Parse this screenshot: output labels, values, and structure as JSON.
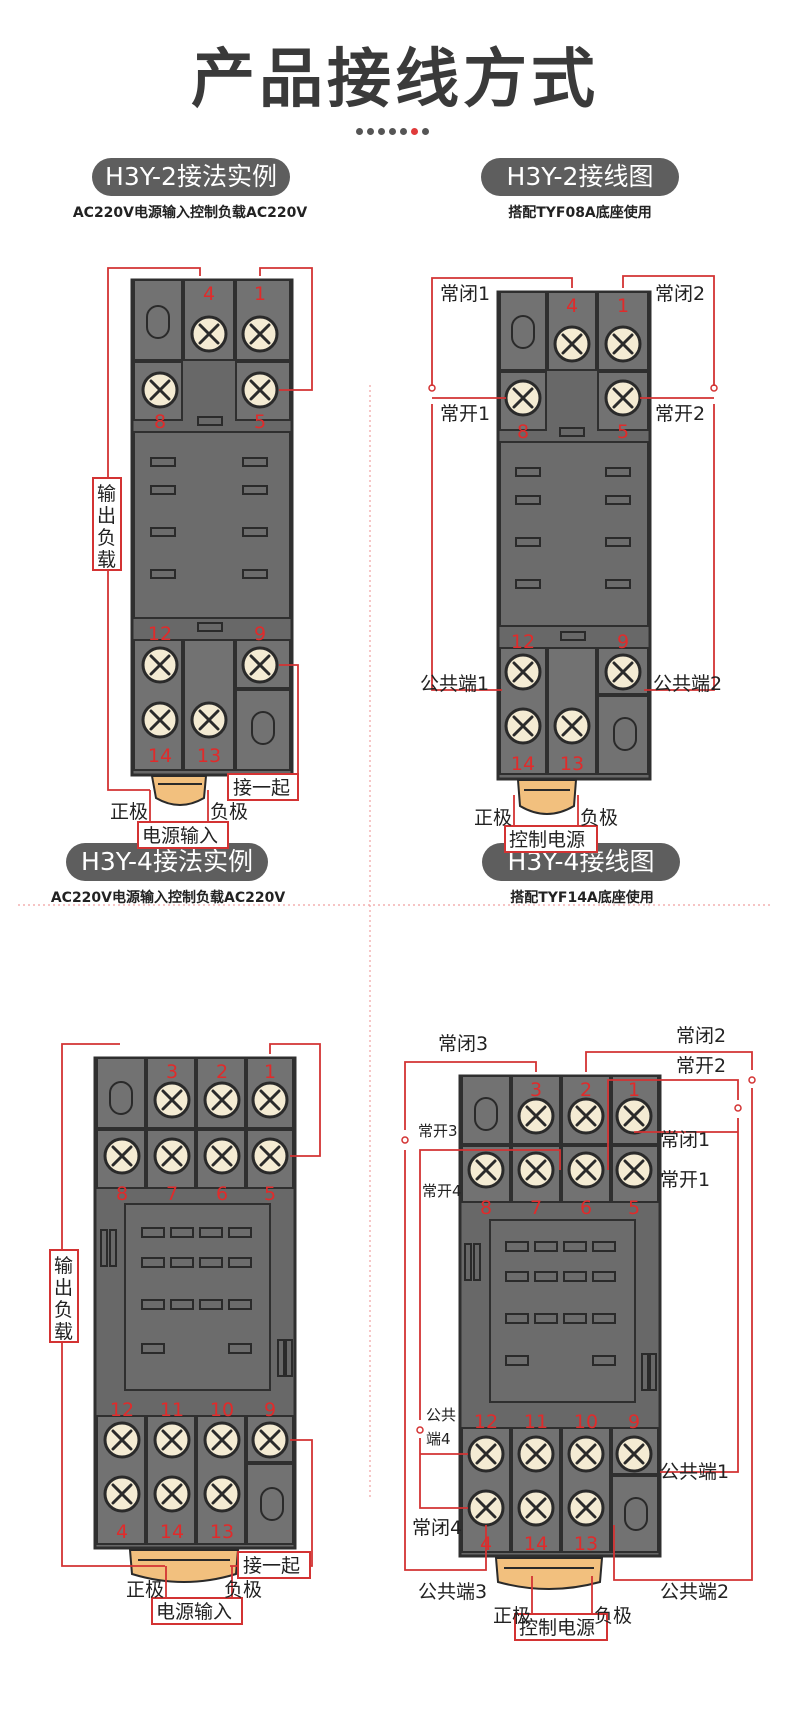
{
  "header": {
    "title": "产品接线方式"
  },
  "colors": {
    "body": "#686868",
    "line": "#d33333",
    "screw": "#f4ebd3",
    "pill": "#5e5e5e",
    "base": "#f2c07e"
  },
  "panels": [
    {
      "title": "H3Y-2接法实例",
      "subtitle": "AC220V电源输入控制负载AC220V",
      "terminals": [
        "4",
        "1",
        "8",
        "5",
        "12",
        "9",
        "14",
        "13"
      ],
      "labels": {
        "load": "输出负载",
        "join": "接一起",
        "pos": "正极",
        "neg": "负极",
        "power": "电源输入"
      }
    },
    {
      "title": "H3Y-2接线图",
      "subtitle": "搭配TYF08A底座使用",
      "terminals": [
        "4",
        "1",
        "8",
        "5",
        "12",
        "9",
        "14",
        "13"
      ],
      "labels": {
        "nc1": "常闭1",
        "nc2": "常闭2",
        "no1": "常开1",
        "no2": "常开2",
        "com1": "公共端1",
        "com2": "公共端2",
        "pos": "正极",
        "neg": "负极",
        "ctrl": "控制电源"
      }
    },
    {
      "title": "H3Y-4接法实例",
      "subtitle": "AC220V电源输入控制负载AC220V",
      "terminals": [
        "3",
        "2",
        "1",
        "8",
        "7",
        "6",
        "5",
        "12",
        "11",
        "10",
        "9",
        "4",
        "14",
        "13"
      ],
      "labels": {
        "load": "输出负载",
        "join": "接一起",
        "pos": "正极",
        "neg": "负极",
        "power": "电源输入"
      }
    },
    {
      "title": "H3Y-4接线图",
      "subtitle": "搭配TYF14A底座使用",
      "terminals": [
        "3",
        "2",
        "1",
        "8",
        "7",
        "6",
        "5",
        "12",
        "11",
        "10",
        "9",
        "4",
        "14",
        "13"
      ],
      "labels": {
        "nc3": "常闭3",
        "nc2": "常闭2",
        "no2": "常开2",
        "no3": "常开3",
        "nc1": "常闭1",
        "no4": "常开4",
        "no1": "常开1",
        "com4": "公共",
        "com4b": "端4",
        "com1": "公共端1",
        "nc4": "常闭4",
        "com3": "公共端3",
        "com2": "公共端2",
        "pos": "正极",
        "neg": "负极",
        "ctrl": "控制电源"
      }
    }
  ]
}
